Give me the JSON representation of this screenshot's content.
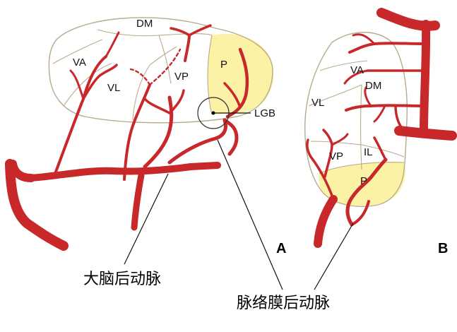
{
  "panel_a": {
    "label": "A",
    "regions": {
      "dm": "DM",
      "va": "VA",
      "vl": "VL",
      "vp": "VP",
      "p": "P",
      "lgb": "LGB"
    }
  },
  "panel_b": {
    "label": "B",
    "regions": {
      "va": "VA",
      "dm": "DM",
      "vl": "VL",
      "vp": "VP",
      "il": "IL",
      "p": "P"
    }
  },
  "captions": {
    "posterior_cerebral_artery": "大脑后动脉",
    "posterior_choroidal_artery": "脉络膜后动脉"
  },
  "colors": {
    "artery": "#c8282a",
    "pulvinar_fill": "#fbf2a6",
    "outline": "#b9a98e"
  }
}
